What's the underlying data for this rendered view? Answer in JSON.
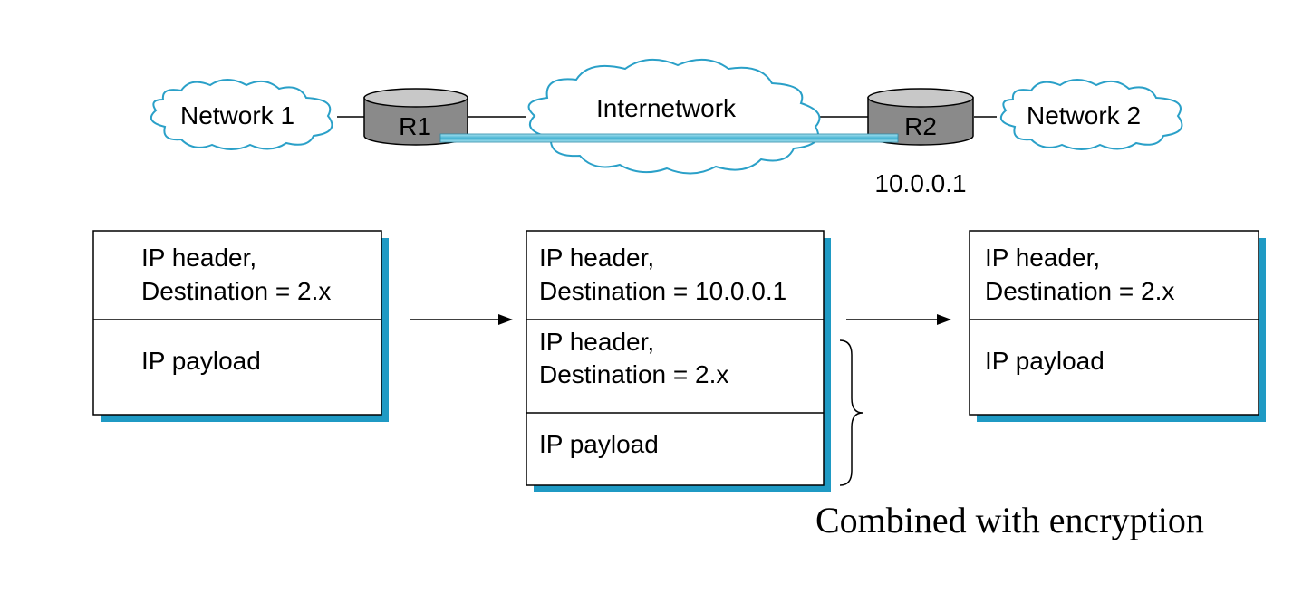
{
  "network": {
    "network1": "Network 1",
    "network2": "Network 2",
    "internetwork": "Internetwork",
    "router1": "R1",
    "router2": "R2",
    "tunnel_endpoint_address": "10.0.0.1"
  },
  "packets": {
    "original": {
      "header_line1": "IP header,",
      "header_line2": "Destination = 2.x",
      "payload": "IP payload"
    },
    "tunneled": {
      "outer_header_line1": "IP header,",
      "outer_header_line2": "Destination = 10.0.0.1",
      "inner_header_line1": "IP header,",
      "inner_header_line2": "Destination = 2.x",
      "payload": "IP payload"
    },
    "delivered": {
      "header_line1": "IP header,",
      "header_line2": "Destination = 2.x",
      "payload": "IP payload"
    }
  },
  "annotation": {
    "encryption_note": "Combined with encryption"
  },
  "colors": {
    "tunnel": "#46b4d2",
    "shadow": "#1f9ac4",
    "router_body": "#8a8a8a",
    "router_top": "#c8c8c8"
  }
}
